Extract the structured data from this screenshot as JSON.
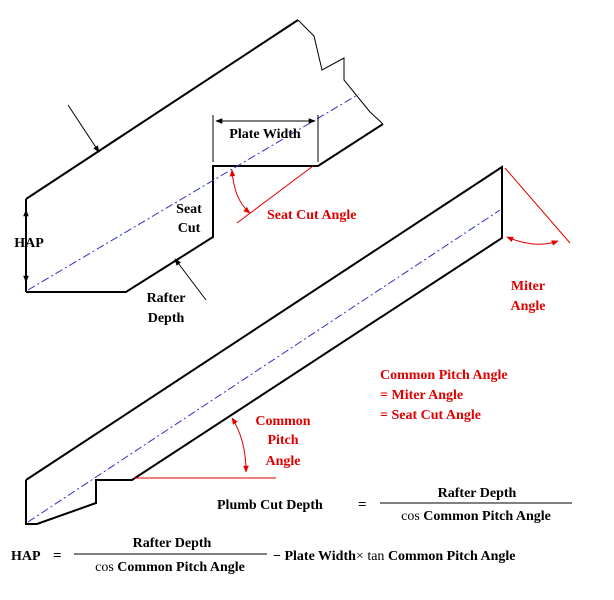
{
  "labels": {
    "plate_width": "Plate Width",
    "seat": "Seat",
    "cut": "Cut",
    "hap": "HAP",
    "rafter": "Rafter",
    "depth": "Depth",
    "seat_cut_angle": "Seat Cut Angle",
    "miter": "Miter",
    "angle": "Angle",
    "common": "Common",
    "pitch": "Pitch",
    "common_angle_word": "Angle"
  },
  "note": {
    "line1": "Common Pitch Angle",
    "line2": "= Miter Angle",
    "line3": "= Seat Cut Angle"
  },
  "formula1": {
    "lhs": "Plumb Cut Depth",
    "eq": "=",
    "numerator": "Rafter Depth",
    "denominator_cos": "cos",
    "denominator_rest": "Common Pitch Angle"
  },
  "formula2": {
    "lhs": "HAP",
    "eq": "=",
    "numerator": "Rafter Depth",
    "denominator_cos": "cos",
    "denominator_rest": "Common Pitch Angle",
    "minus": "−",
    "plate_width": "Plate Width",
    "times": "×",
    "tan": "tan",
    "tail": "Common Pitch Angle"
  },
  "colors": {
    "lines": "#000000",
    "accent": "#e00000",
    "centerline": "#3030c8"
  }
}
